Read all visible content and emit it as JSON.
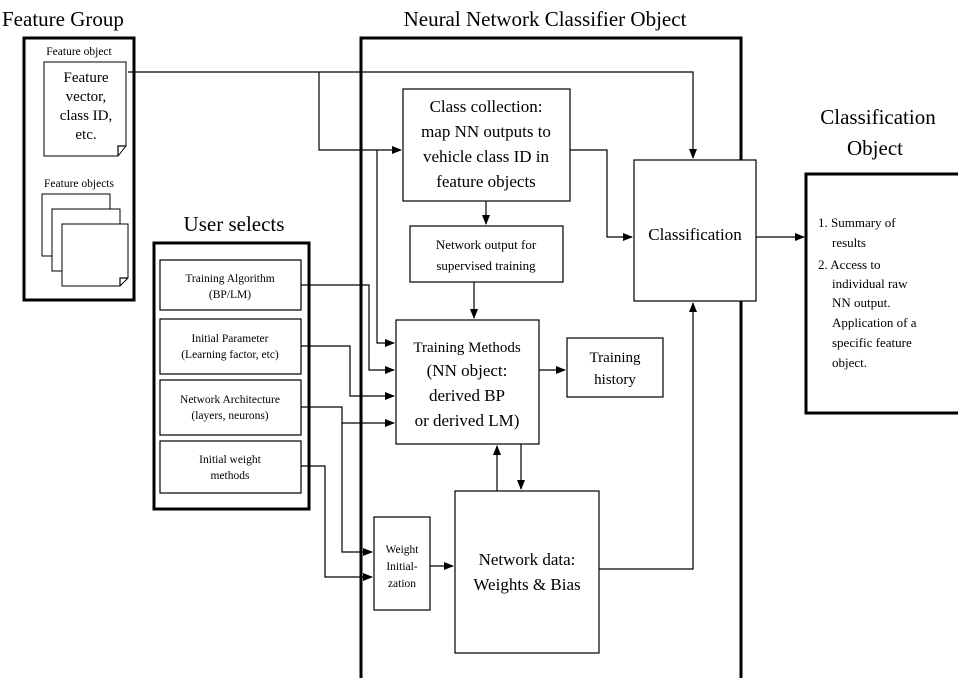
{
  "feature_group": {
    "title": "Feature Group",
    "feature_object_label": "Feature object",
    "feature_doc_lines": [
      "Feature",
      "vector,",
      "class ID,",
      "etc."
    ],
    "feature_objects_label": "Feature objects"
  },
  "user_selects": {
    "title": "User selects",
    "training_algorithm": [
      "Training Algorithm",
      "(BP/LM)"
    ],
    "initial_parameter": [
      "Initial Parameter",
      "(Learning factor, etc)"
    ],
    "network_architecture": [
      "Network Architecture",
      "(layers, neurons)"
    ],
    "initial_weight": [
      "Initial weight",
      "methods"
    ]
  },
  "nn_classifier": {
    "title": "Neural Network Classifier Object",
    "class_collection": [
      "Class collection:",
      "map NN outputs to",
      "vehicle class ID in",
      "feature objects"
    ],
    "network_output": [
      "Network output for",
      "supervised training"
    ],
    "training_methods": [
      "Training Methods",
      "(NN object:",
      "derived BP",
      "or derived LM)"
    ],
    "training_history": [
      "Training",
      "history"
    ],
    "classification": "Classification",
    "network_data": [
      "Network data:",
      "Weights & Bias"
    ],
    "weight_init": [
      "Weight",
      "Initial-",
      "zation"
    ]
  },
  "classification_object": {
    "title": [
      "Classification",
      "Object"
    ],
    "items": [
      [
        "1. Summary of",
        "results"
      ],
      [
        "2. Access to",
        "individual raw",
        "NN output.",
        "Application of a",
        "specific feature",
        "object."
      ]
    ]
  }
}
